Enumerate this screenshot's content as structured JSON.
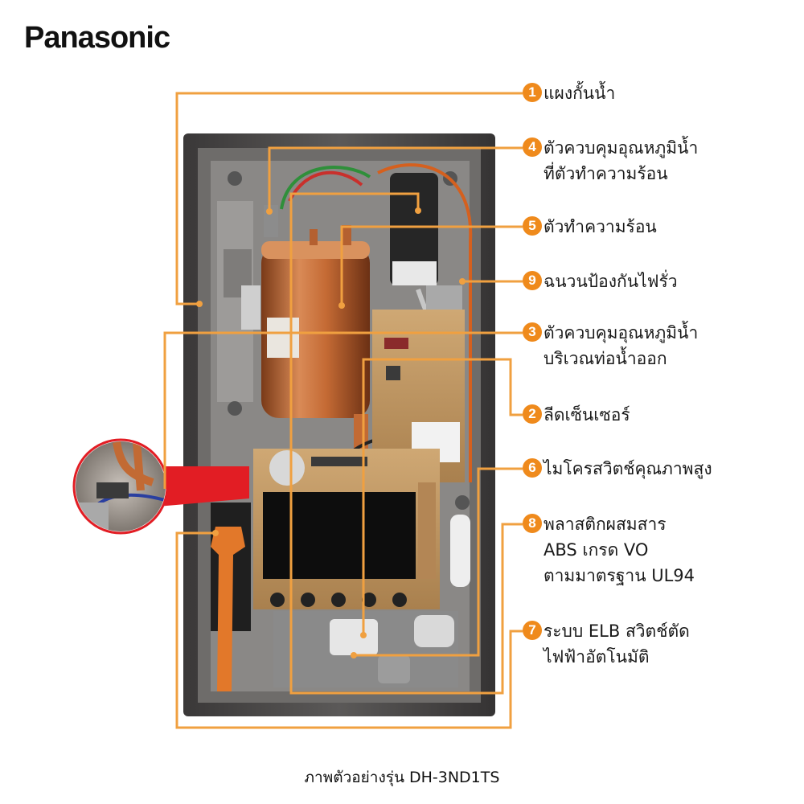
{
  "brand": {
    "name": "Panasonic"
  },
  "caption": "ภาพตัวอย่างรุ่น DH-3ND1TS",
  "callouts": [
    {
      "number": "1",
      "lines": [
        "แผงกั้นน้ำ"
      ]
    },
    {
      "number": "4",
      "lines": [
        "ตัวควบคุมอุณหภูมิน้ำ",
        "ที่ตัวทำความร้อน"
      ]
    },
    {
      "number": "5",
      "lines": [
        "ตัวทำความร้อน"
      ]
    },
    {
      "number": "9",
      "lines": [
        "ฉนวนป้องกันไฟรั่ว"
      ]
    },
    {
      "number": "3",
      "lines": [
        "ตัวควบคุมอุณหภูมิน้ำ",
        "บริเวณท่อน้ำออก"
      ]
    },
    {
      "number": "2",
      "lines": [
        "ลีดเซ็นเซอร์"
      ]
    },
    {
      "number": "6",
      "lines": [
        "ไมโครสวิตช์คุณภาพสูง"
      ]
    },
    {
      "number": "8",
      "lines": [
        "พลาสติกผสมสาร",
        "ABS เกรด VO",
        "ตามมาตรฐาน UL94"
      ]
    },
    {
      "number": "7",
      "lines": [
        "ระบบ ELB สวิตช์ตัด",
        "ไฟฟ้าอัตโนมัติ"
      ]
    }
  ],
  "colors": {
    "accent": "#ef8a1c",
    "leader": "#f0a040",
    "highlight": "#e21d24",
    "copper": "#c26a34"
  }
}
